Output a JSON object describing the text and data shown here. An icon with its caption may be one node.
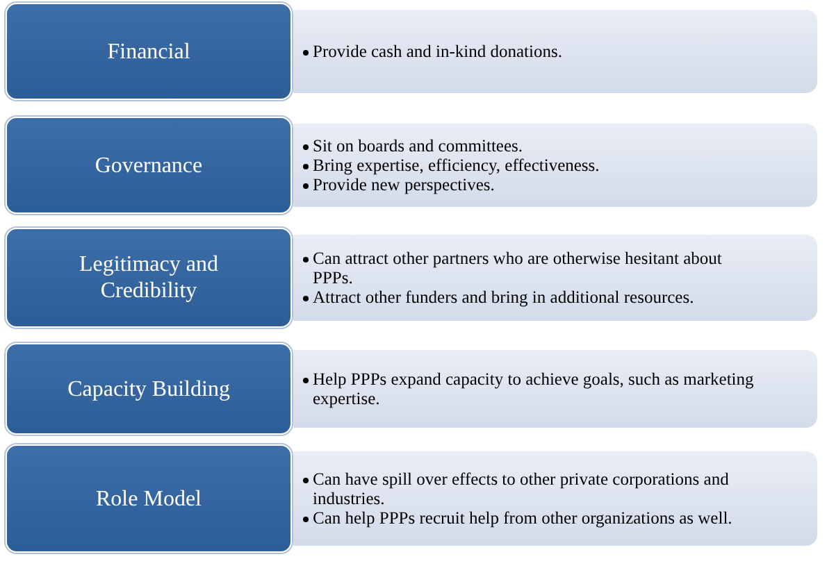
{
  "diagram": {
    "nodes": [
      {
        "text": [
          "Financial"
        ]
      },
      {
        "text": [
          "Provide cash and in-kind donations."
        ]
      },
      {
        "text": [
          "Governance"
        ]
      },
      {
        "text": [
          "Sit on boards and committees.",
          "Bring expertise, efficiency, effectiveness.",
          "Provide new perspectives."
        ]
      },
      {
        "text": [
          "Legitimacy and Credibility"
        ]
      },
      {
        "text": [
          "Can attract other partners who are otherwise hesitant about PPPs.",
          "Attract other funders and bring in additional resources."
        ]
      },
      {
        "text": [
          "Capacity Building"
        ]
      },
      {
        "text": [
          "Help PPPs expand capacity to achieve goals, such as marketing expertise."
        ]
      },
      {
        "text": [
          "Role Model"
        ]
      },
      {
        "text": [
          "Can have spill over effects to other private corporations and industries.",
          "Can help PPPs recruit help from other organizations as well."
        ]
      }
    ]
  }
}
